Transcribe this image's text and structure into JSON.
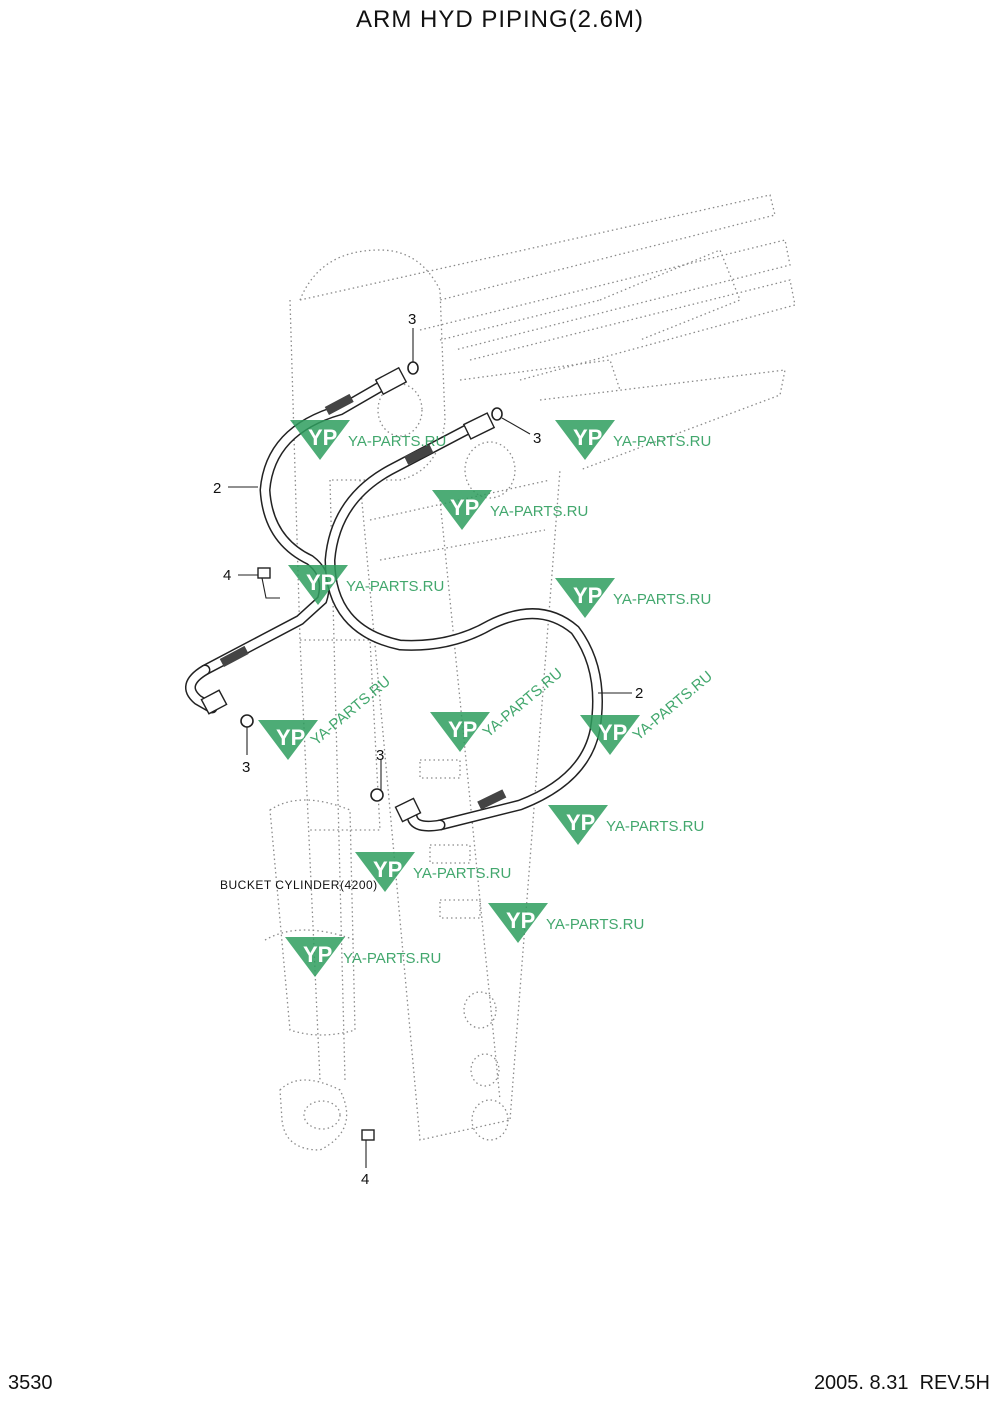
{
  "header": {
    "title": "ARM HYD PIPING(2.6M)"
  },
  "footer": {
    "page_number": "3530",
    "revision": "2005. 8.31  REV.5H"
  },
  "callouts": {
    "hose_upper": "2",
    "hose_lower": "2",
    "oring_top": "3",
    "oring_right": "3",
    "oring_left": "3",
    "oring_mid": "3",
    "elbow_upper": "4",
    "elbow_lower": "4"
  },
  "notes": {
    "bucket_cylinder": "BUCKET CYLINDER(4200)"
  },
  "watermark": {
    "logo_letters": "YP",
    "text": "YA-PARTS.RU",
    "color": "#2e9e5e"
  },
  "icons": {
    "watermark_logo": "yp-triangle-logo"
  }
}
